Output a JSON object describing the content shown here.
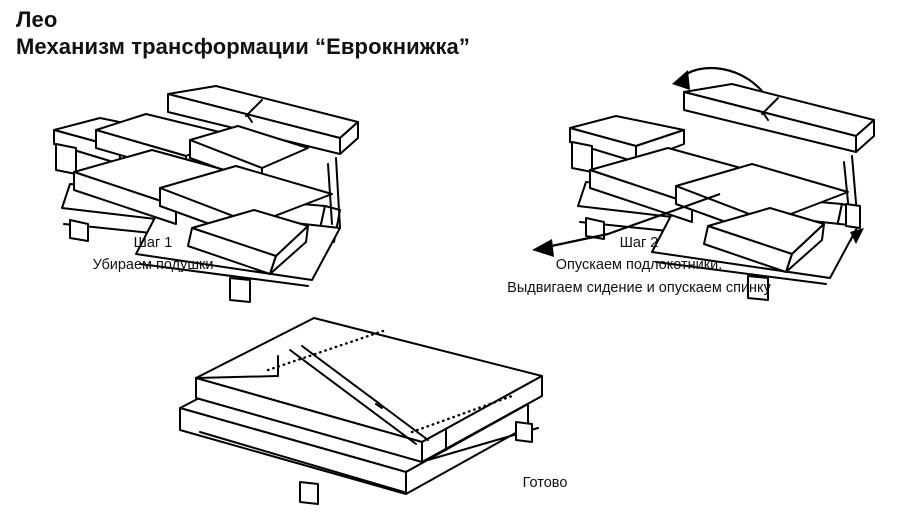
{
  "document": {
    "background_color": "#ffffff",
    "line_color": "#000000",
    "model_name": "Лео",
    "mechanism_title": "Механизм трансформации “Еврокнижка”"
  },
  "steps": [
    {
      "id": "step-1",
      "label": "Шаг 1",
      "instruction_lines": [
        "Убираем подушки"
      ],
      "illustration": "sofa-with-cushions"
    },
    {
      "id": "step-2",
      "label": "Шаг 2",
      "instruction_lines": [
        "Опускаем подлокотники.",
        "Выдвигаем сидение и опускаем спинку"
      ],
      "illustration": "sofa-arms-lowered"
    },
    {
      "id": "step-done",
      "label": "Готово",
      "instruction_lines": [],
      "illustration": "flat-bed"
    }
  ],
  "annotations": {
    "curved_arrow_hint": "backrest-folds-down",
    "straight_arrow_hint": "seat-pulls-forward"
  }
}
